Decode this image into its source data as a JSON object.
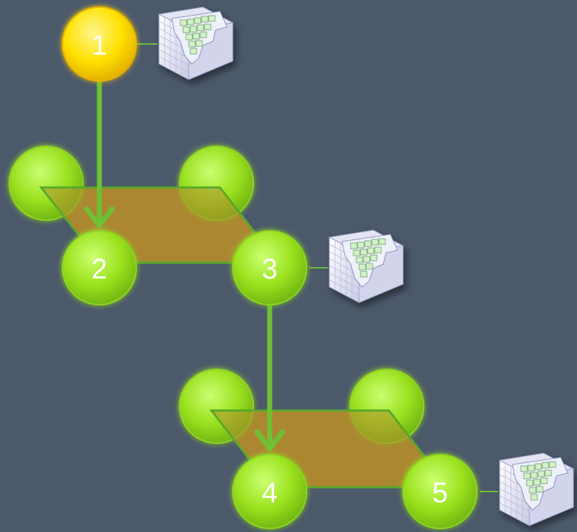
{
  "colors": {
    "background": "#4b596b",
    "yellow_node": "#ffe100",
    "green_node": "#9be21e",
    "connector": "#6fc033",
    "plane_fill": "#b08a2e",
    "voxel_face": "#eef0fa",
    "voxel_green": "#d2f2c6"
  },
  "nodes": [
    {
      "label": "1",
      "color": "yellow"
    },
    {
      "label": "",
      "color": "green"
    },
    {
      "label": "",
      "color": "green"
    },
    {
      "label": "2",
      "color": "green"
    },
    {
      "label": "3",
      "color": "green"
    },
    {
      "label": "",
      "color": "green"
    },
    {
      "label": "",
      "color": "green"
    },
    {
      "label": "4",
      "color": "green"
    },
    {
      "label": "5",
      "color": "green"
    }
  ],
  "icons": [
    {
      "name": "voxel-cube-icon",
      "attached_to": "1"
    },
    {
      "name": "voxel-cube-icon",
      "attached_to": "3"
    },
    {
      "name": "voxel-cube-icon",
      "attached_to": "5"
    }
  ],
  "arrows": [
    {
      "from": "1",
      "to": "2"
    },
    {
      "from": "3",
      "to": "4"
    }
  ]
}
